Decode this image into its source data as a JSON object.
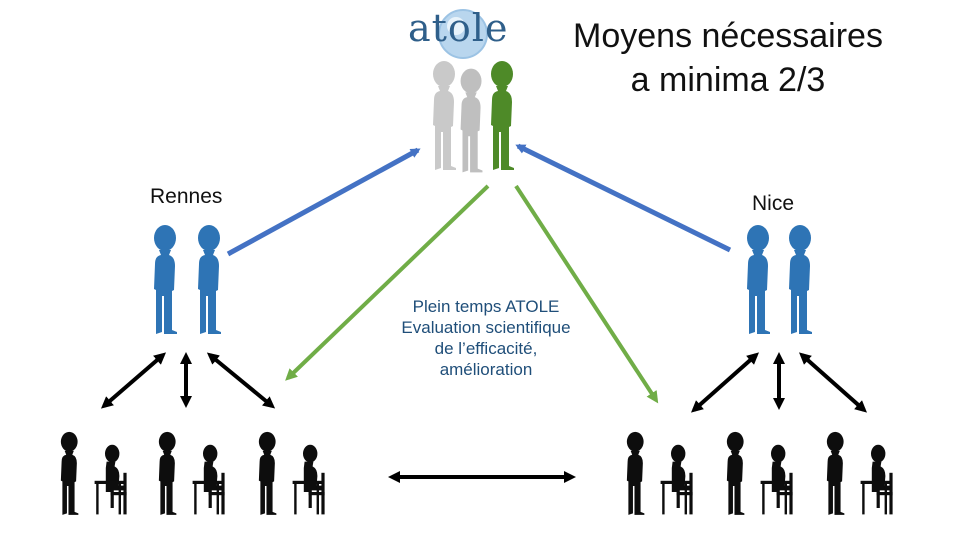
{
  "title": {
    "line1": "Moyens nécessaires",
    "line2": "a minima 2/3"
  },
  "logo": {
    "text": "atole"
  },
  "sites": {
    "left": "Rennes",
    "right": "Nice"
  },
  "center_note": {
    "line1": "Plein temps ATOLE",
    "line2": "Evaluation scientifique",
    "line3": "de l’efficacité,",
    "line4": "amélioration"
  },
  "colors": {
    "atole_staff": "#4e8a28",
    "atole_other": "#c9c9c9",
    "site_staff": "#2e74b5",
    "arrow_blue": "#4472c4",
    "arrow_green": "#70ad47",
    "arrow_black": "#000000",
    "people": "#0d0d0d"
  },
  "icons": [
    "person-icon",
    "seated-student-icon",
    "logo-sphere-icon"
  ]
}
